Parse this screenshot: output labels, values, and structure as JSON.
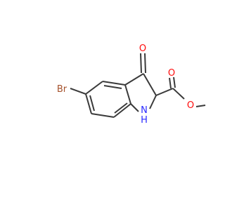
{
  "molecule": {
    "atoms": {
      "bromine": "Br",
      "ketone_oxygen": "O",
      "ester_carbonyl_oxygen": "O",
      "ester_ether_oxygen": "O",
      "amine_nitrogen": "N",
      "amine_hydrogen": "H"
    },
    "colors": {
      "bond": "#3a3a3a",
      "bromine": "#a5522c",
      "oxygen": "#ff0d0d",
      "nitrogen": "#2a2aff",
      "background": "#ffffff"
    }
  }
}
